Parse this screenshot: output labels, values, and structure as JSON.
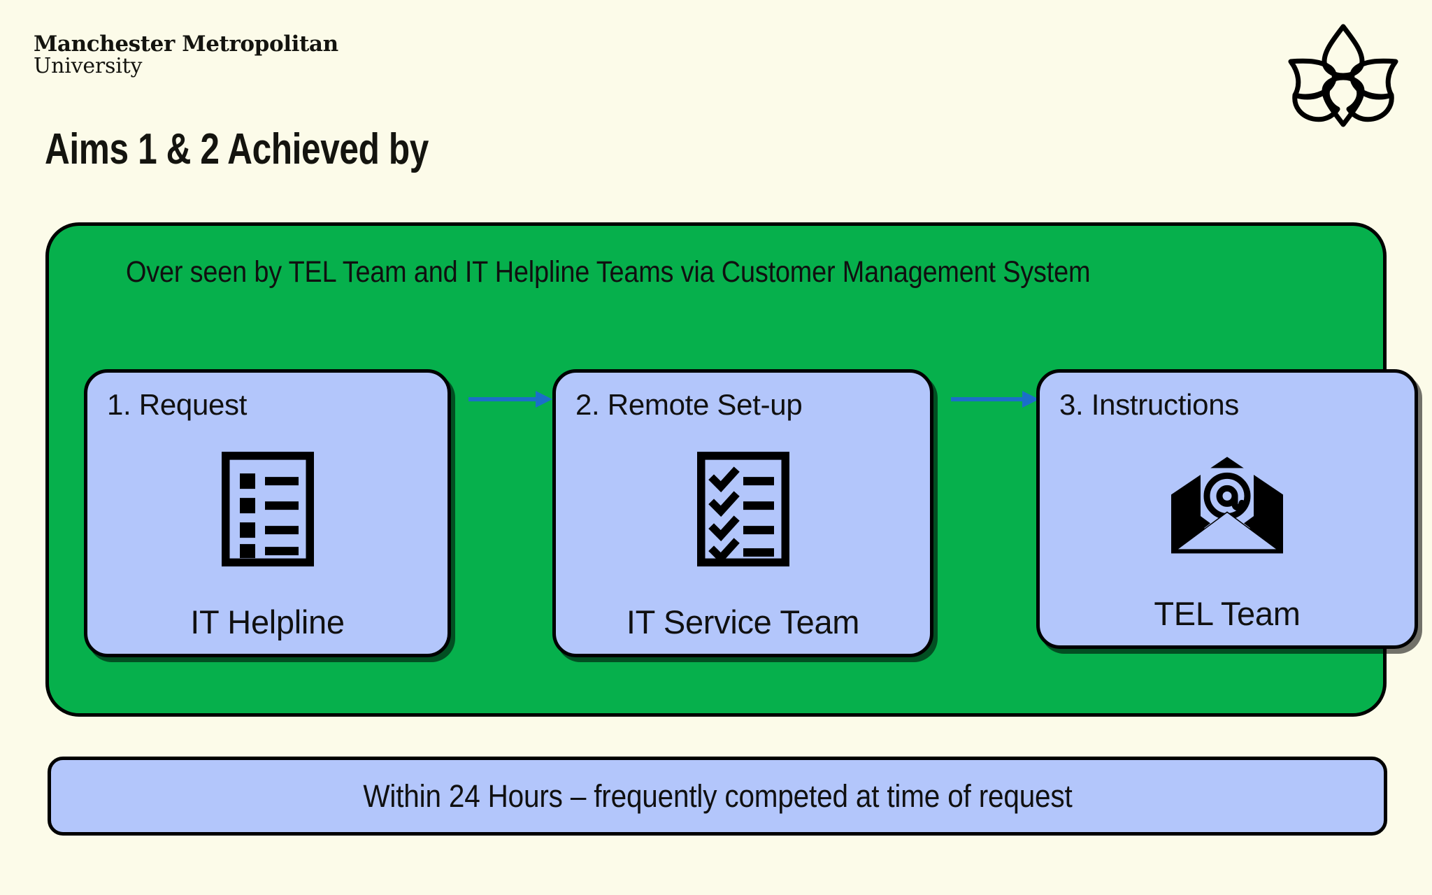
{
  "brand": {
    "line1": "Manchester Metropolitan",
    "line2": "University",
    "mark_icon": "trefoil-flower-icon"
  },
  "page_title": "Aims 1 & 2 Achieved by",
  "process": {
    "oversight_caption": "Over seen by TEL Team and IT Helpline Teams via Customer Management System",
    "container_color": "#06b04c",
    "steps": [
      {
        "heading": "1. Request",
        "owner": "IT Helpline",
        "icon": "form-list-icon"
      },
      {
        "heading": "2. Remote Set-up",
        "owner": "IT Service Team",
        "icon": "checklist-icon"
      },
      {
        "heading": "3. Instructions",
        "owner": "TEL Team",
        "icon": "open-envelope-at-icon"
      }
    ],
    "arrows": [
      {
        "icon": "arrow-right-icon",
        "from": "1. Request",
        "to": "2. Remote Set-up",
        "color": "#1b6fc9"
      },
      {
        "icon": "arrow-right-icon",
        "from": "2. Remote Set-up",
        "to": "3. Instructions",
        "color": "#1b6fc9"
      }
    ],
    "card_color": "#b3c6fb"
  },
  "turnaround_note": "Within 24 Hours – frequently competed at time of request",
  "colors": {
    "background": "#fcfbe9",
    "green": "#06b04c",
    "card_blue": "#b3c6fb",
    "arrow_blue": "#1b6fc9",
    "ink": "#101010"
  }
}
